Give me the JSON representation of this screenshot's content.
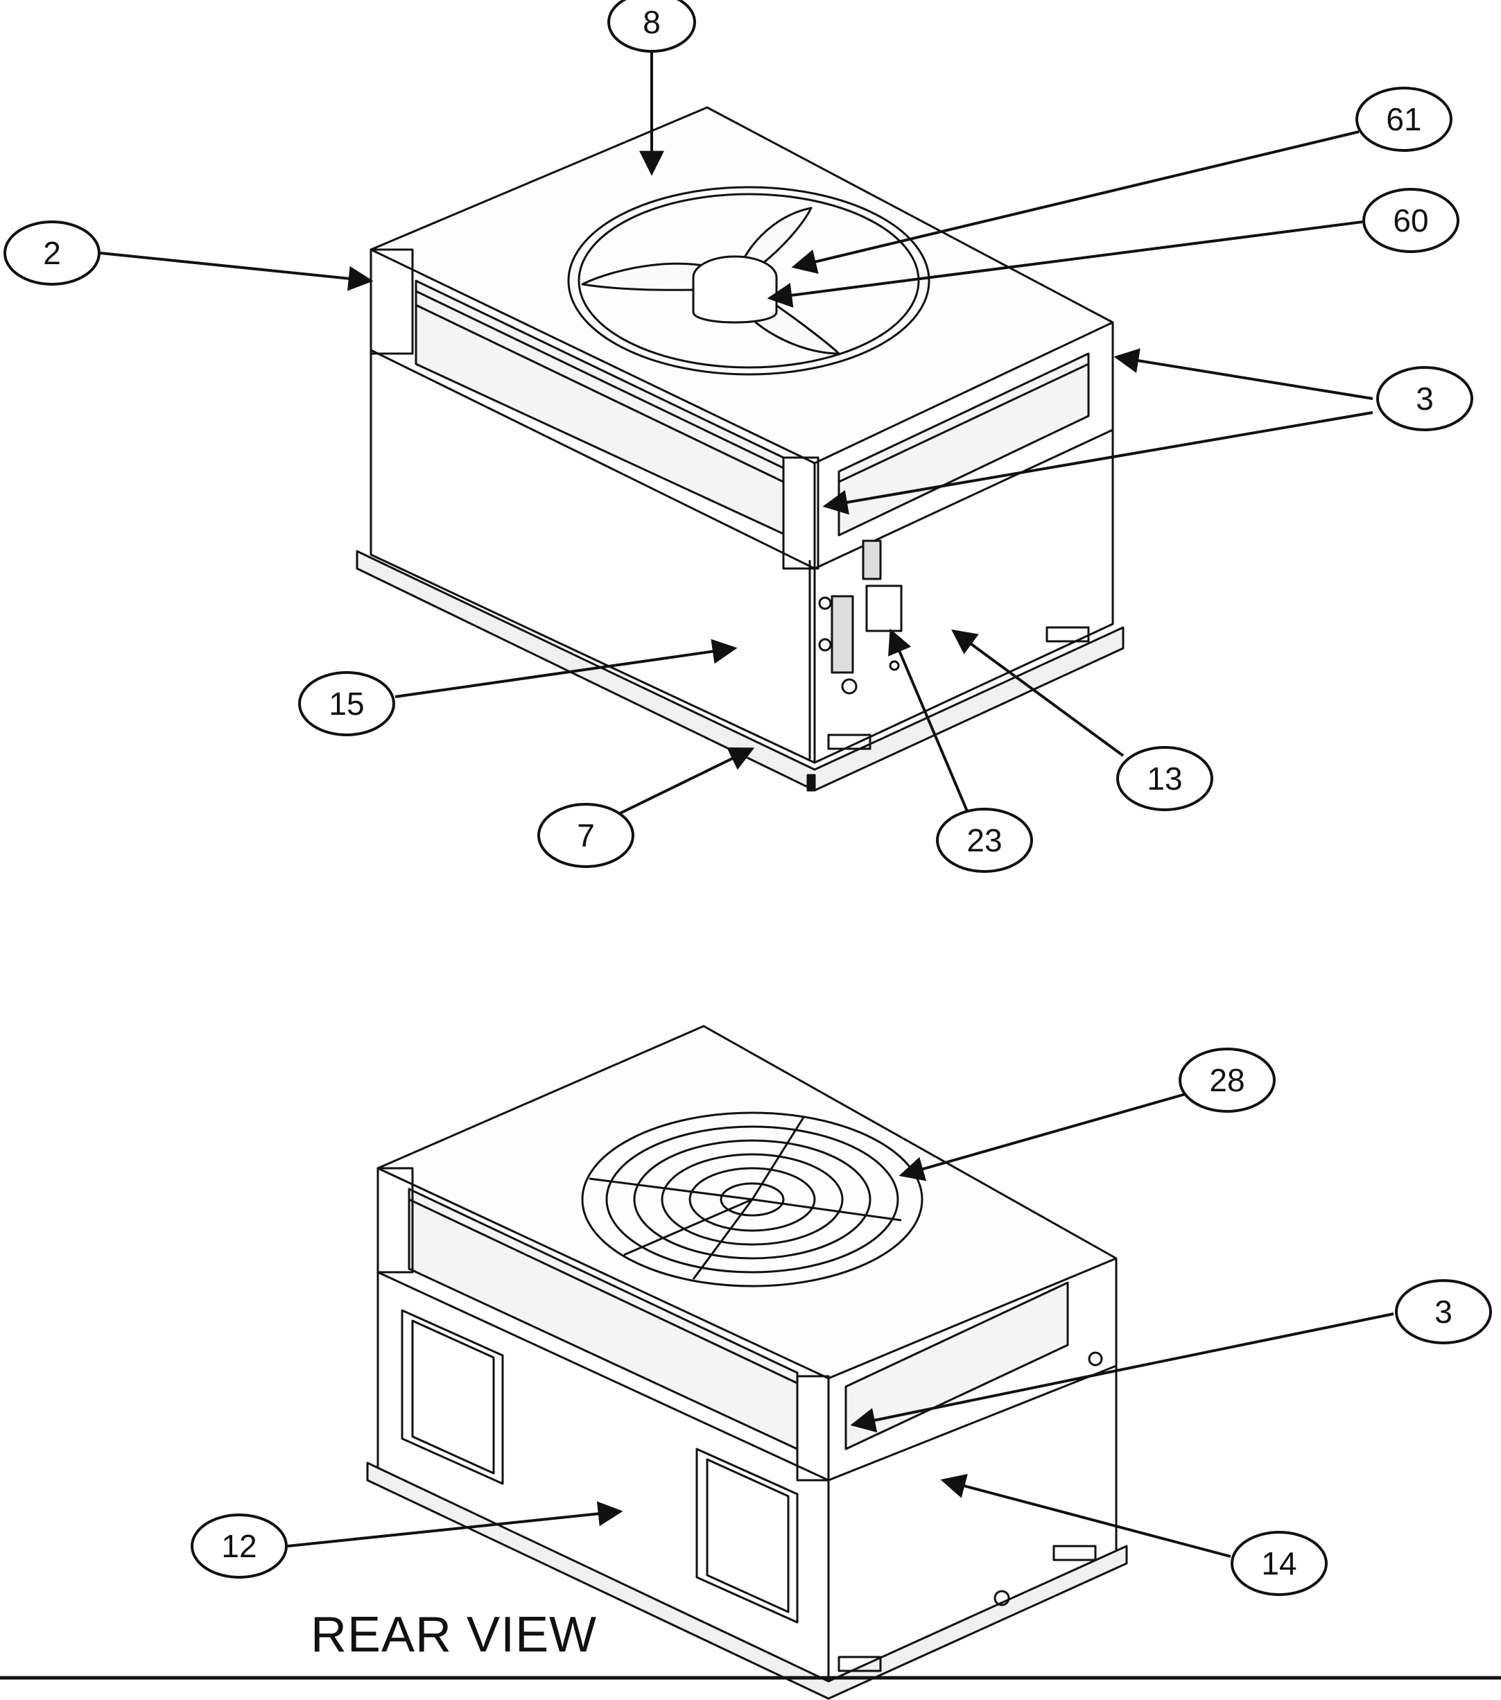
{
  "figure": {
    "callouts_top": [
      "8",
      "61",
      "60",
      "2",
      "3",
      "15",
      "13",
      "7",
      "23"
    ],
    "callouts_bottom": [
      "28",
      "3",
      "12",
      "14"
    ],
    "caption": "REAR VIEW"
  }
}
